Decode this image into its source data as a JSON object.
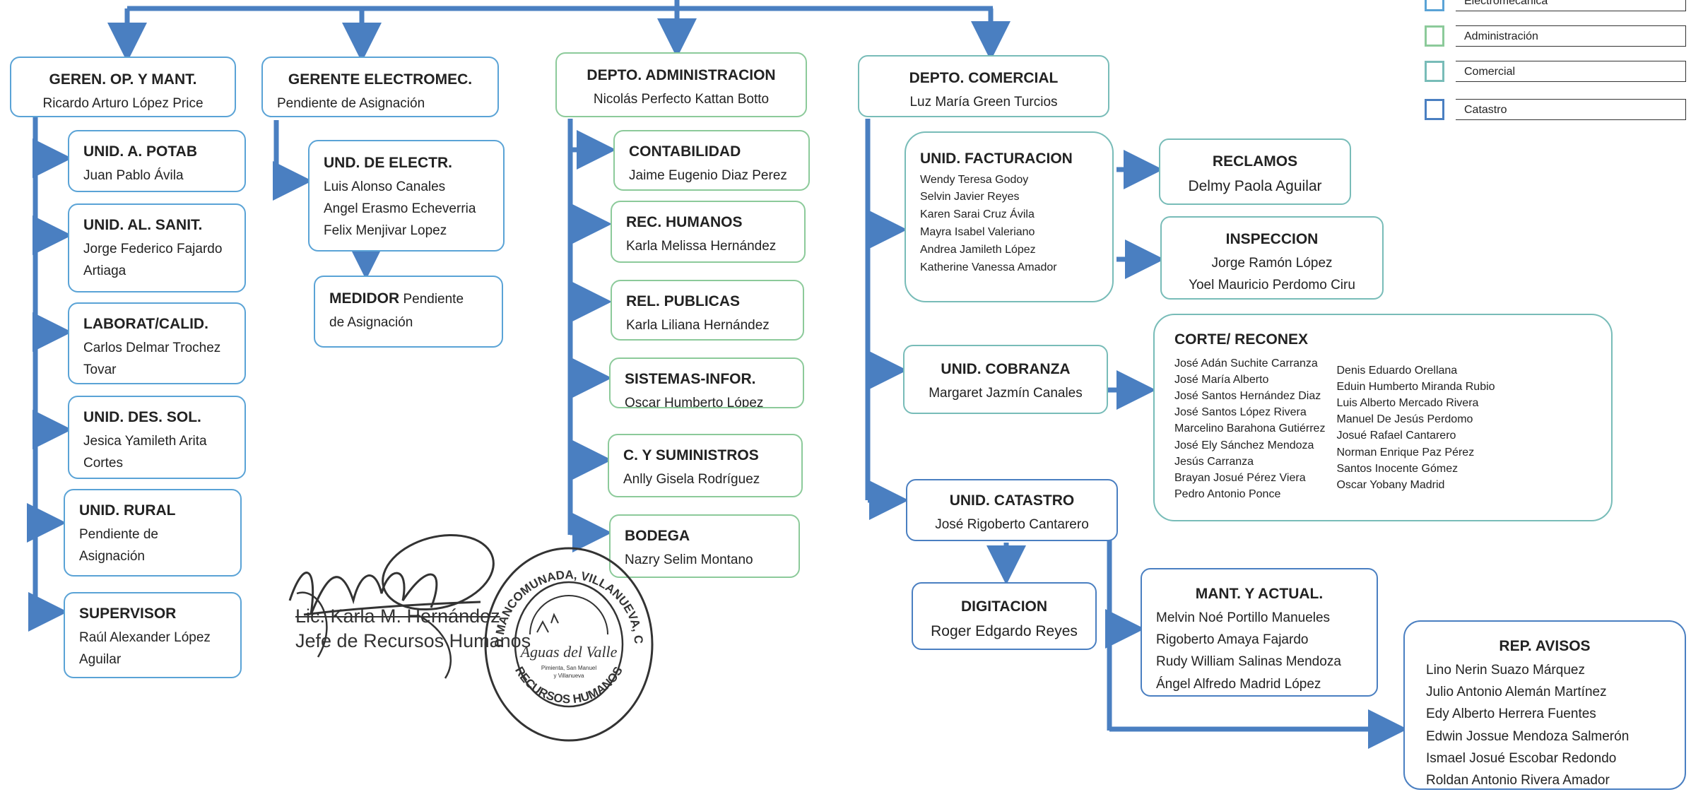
{
  "legend": [
    {
      "label": "Electromecánica",
      "color": "#5aa3d6"
    },
    {
      "label": "Administración",
      "color": "#8cca9a"
    },
    {
      "label": "Comercial",
      "color": "#78bcb8"
    },
    {
      "label": "Catastro",
      "color": "#4a7fc1"
    }
  ],
  "gerencia_op": {
    "title": "GEREN. OP. Y MANT.",
    "name": "Ricardo Arturo López Price"
  },
  "unid_potab": {
    "title": "UNID. A. POTAB",
    "name": "Juan Pablo Ávila"
  },
  "unid_sanit": {
    "title": "UNID. AL. SANIT.",
    "names": [
      "Jorge Federico Fajardo",
      "Artiaga"
    ]
  },
  "laborat": {
    "title": "LABORAT/CALID.",
    "names": [
      "Carlos Delmar Trochez",
      "Tovar"
    ]
  },
  "unid_des_sol": {
    "title": "UNID. DES. SOL.",
    "names": [
      "Jesica Yamileth Arita",
      "Cortes"
    ]
  },
  "unid_rural": {
    "title": "UNID. RURAL",
    "names": [
      "Pendiente de",
      "Asignación"
    ]
  },
  "supervisor": {
    "title": "SUPERVISOR",
    "names": [
      "Raúl Alexander López",
      "Aguilar"
    ]
  },
  "gerente_electromec": {
    "title": "GERENTE ELECTROMEC.",
    "name": "Pendiente de Asignación"
  },
  "und_electr": {
    "title": "UND. DE ELECTR.",
    "names": [
      "Luis Alonso Canales",
      "Angel Erasmo Echeverria",
      "Felix Menjivar Lopez"
    ]
  },
  "medidor": {
    "title": "MEDIDOR",
    "line1": "Pendiente",
    "line2": "de Asignación"
  },
  "depto_admin": {
    "title": "DEPTO. ADMINISTRACION",
    "name": "Nicolás Perfecto Kattan Botto"
  },
  "contabilidad": {
    "title": "CONTABILIDAD",
    "name": "Jaime Eugenio Diaz Perez"
  },
  "rec_humanos": {
    "title": "REC. HUMANOS",
    "name": "Karla Melissa Hernández"
  },
  "rel_publicas": {
    "title": "REL. PUBLICAS",
    "name": "Karla Liliana Hernández"
  },
  "sistemas": {
    "title": "SISTEMAS-INFOR.",
    "name": "Oscar Humberto López"
  },
  "suministros": {
    "title": "C. Y SUMINISTROS",
    "name": "Anlly Gisela Rodríguez"
  },
  "bodega": {
    "title": "BODEGA",
    "name": "Nazry Selim Montano"
  },
  "depto_comercial": {
    "title": "DEPTO. COMERCIAL",
    "name": "Luz María Green Turcios"
  },
  "facturacion": {
    "title": "UNID. FACTURACION",
    "names": [
      "Wendy Teresa Godoy",
      "Selvin Javier Reyes",
      "Karen Sarai Cruz Ávila",
      "Mayra Isabel Valeriano",
      "Andrea Jamileth López",
      "Katherine Vanessa Amador"
    ]
  },
  "reclamos": {
    "title": "RECLAMOS",
    "name": "Delmy Paola Aguilar"
  },
  "inspeccion": {
    "title": "INSPECCION",
    "names": [
      "Jorge Ramón López",
      "Yoel Mauricio Perdomo Ciru"
    ]
  },
  "cobranza": {
    "title": "UNID. COBRANZA",
    "name": "Margaret Jazmín Canales"
  },
  "corte": {
    "title": "CORTE/ RECONEX",
    "col1": [
      "José Adán Suchite Carranza",
      "José María Alberto",
      "José Santos Hernández Diaz",
      "José Santos López Rivera",
      "Marcelino Barahona Gutiérrez",
      "José Ely Sánchez Mendoza",
      "Jesús Carranza",
      "Brayan Josué Pérez Viera",
      "Pedro Antonio Ponce"
    ],
    "col2": [
      "Denis Eduardo Orellana",
      "Eduin Humberto Miranda Rubio",
      "Luis Alberto Mercado Rivera",
      "Manuel De Jesús Perdomo",
      "Josué Rafael Cantarero",
      "Norman Enrique Paz Pérez",
      "Santos Inocente Gómez",
      "Oscar Yobany Madrid"
    ]
  },
  "catastro": {
    "title": "UNID. CATASTRO",
    "name": "José Rigoberto Cantarero"
  },
  "digitacion": {
    "title": "DIGITACION",
    "name": "Roger Edgardo Reyes"
  },
  "mant_actual": {
    "title": "MANT. Y ACTUAL.",
    "names": [
      "Melvin Noé Portillo Manueles",
      "Rigoberto Amaya Fajardo",
      "Rudy William Salinas Mendoza",
      "Ángel Alfredo Madrid López"
    ]
  },
  "rep_avisos": {
    "title": "REP. AVISOS",
    "names": [
      "Lino Nerin Suazo Márquez",
      "Julio Antonio Alemán Martínez",
      "Edy Alberto Herrera Fuentes",
      "Edwin Jossue Mendoza Salmerón",
      "Ismael Josué Escobar Redondo",
      "Roldan Antonio Rivera Amador"
    ]
  },
  "signature": {
    "name": "Lic. Karla M. Hernández",
    "role": "Jefe de Recursos Humanos"
  },
  "seal": {
    "top": "UNIDAD MANCOMUNADA, VILLANUEVA, CORTES",
    "center": "Aguas del Valle",
    "sub1": "Pimienta, San Manuel",
    "sub2": "y Villanueva",
    "bottom": "RECURSOS HUMANOS"
  }
}
